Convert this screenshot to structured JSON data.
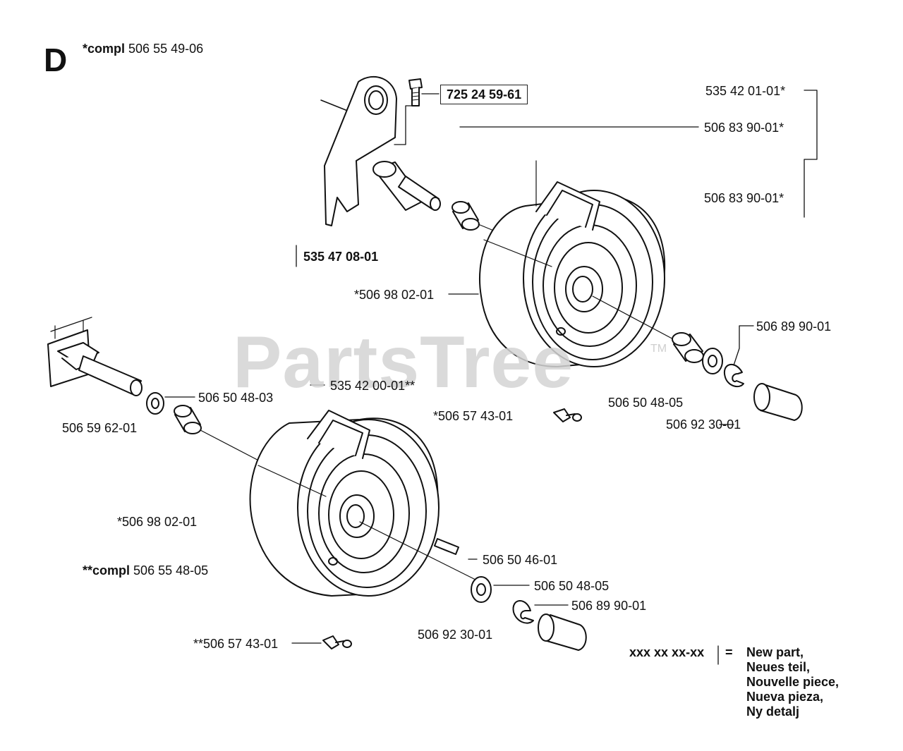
{
  "section": "D",
  "watermark": "PartsTree",
  "trademark": "TM",
  "labels": {
    "compl_prefix_1": "*compl",
    "compl_num_1": "506 55 49-06",
    "screw": "725 24 59-61",
    "bracket": "535 47 08-01",
    "r1": "535 42 01-01*",
    "r2": "506 83 90-01*",
    "r3": "506 83 90-01*",
    "wheel_upper": "*506 98 02-01",
    "clip_upper_right": "506 89 90-01",
    "axle_lower": "535 42 00-01**",
    "washer_left": "506 50 48-03",
    "washer_upper_right": "506 50 48-05",
    "bushing_left": "506 59 62-01",
    "key_upper": "*506 57 43-01",
    "cap_upper": "506 92 30-01",
    "wheel_lower": "*506 98 02-01",
    "compl_prefix_2": "**compl",
    "compl_num_2": "506 55 48-05",
    "pin_lower": "506 50 46-01",
    "washer_lower": "506 50 48-05",
    "clip_lower": "506 89 90-01",
    "cap_lower": "506 92 30-01",
    "key_lower": "**506 57 43-01"
  },
  "legend": {
    "key": "xxx xx xx-xx",
    "equals": "=",
    "lines": [
      "New part,",
      "Neues teil,",
      "Nouvelle piece,",
      "Nueva pieza,",
      "Ny detalj"
    ]
  }
}
